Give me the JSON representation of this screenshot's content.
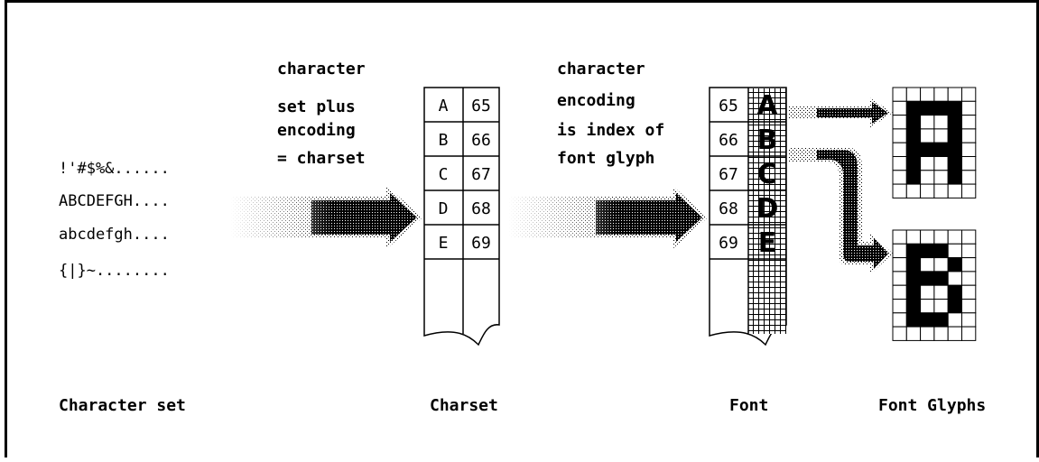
{
  "charset_lines": [
    "!'#$%&......",
    "ABCDEFGH....",
    "abcdefgh....",
    "{|}~........"
  ],
  "annotation_left": [
    "character",
    "set plus",
    "encoding",
    "= charset"
  ],
  "annotation_right": [
    "character",
    "encoding",
    "is index of",
    "font glyph"
  ],
  "charset_table": {
    "letters": [
      "A",
      "B",
      "C",
      "D",
      "E"
    ],
    "codes": [
      "65",
      "66",
      "67",
      "68",
      "69"
    ]
  },
  "font_table": {
    "codes": [
      "65",
      "66",
      "67",
      "68",
      "69"
    ],
    "glyphs": [
      "A",
      "B",
      "C",
      "D",
      "E"
    ]
  },
  "glyph_grids": [
    {
      "letter": "A",
      "rows": [
        "000000",
        "011110",
        "010010",
        "010010",
        "011110",
        "010010",
        "010010",
        "000000"
      ]
    },
    {
      "letter": "B",
      "rows": [
        "000000",
        "011100",
        "010010",
        "011100",
        "010010",
        "010010",
        "011100",
        "000000"
      ]
    }
  ],
  "captions": {
    "character_set": "Character set",
    "charset": "Charset",
    "font": "Font",
    "font_glyphs": "Font Glyphs"
  }
}
